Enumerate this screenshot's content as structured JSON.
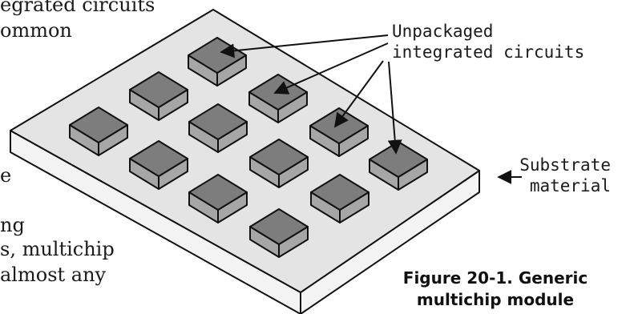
{
  "body_text": {
    "lines": [
      "egrated circuits",
      "ommon",
      "e",
      "ng",
      "s, multichip",
      "almost any"
    ]
  },
  "diagram": {
    "callout_chips": [
      "Unpackaged",
      "integrated circuits"
    ],
    "callout_substrate": [
      "Substrate",
      "material"
    ],
    "caption": [
      "Figure 20-1. Generic",
      "multichip module"
    ],
    "chip_count": 12,
    "colors": {
      "substrate_top": "#e4e4e4",
      "substrate_side": "#f3f3f3",
      "chip_top": "#7d7d7d",
      "chip_side": "#a6a6a6",
      "outline": "#111111"
    }
  }
}
